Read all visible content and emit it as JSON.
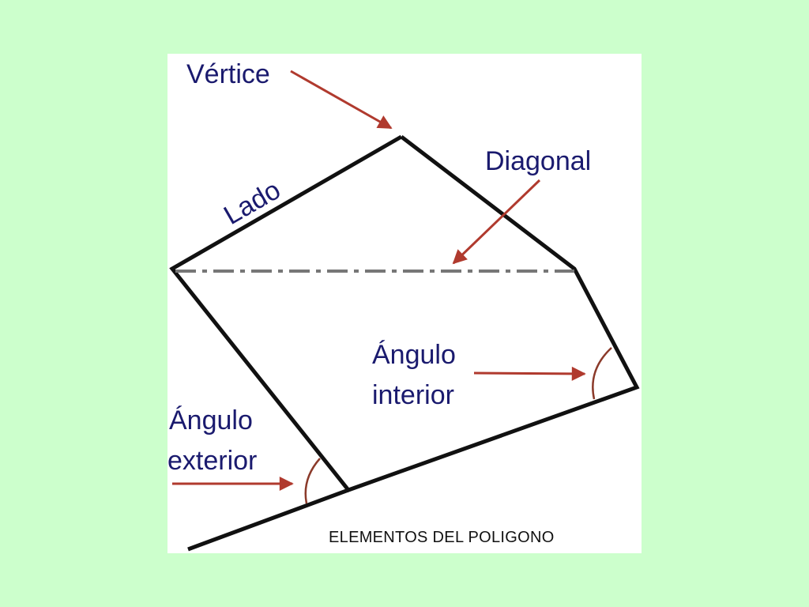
{
  "labels": {
    "vertex": "Vértice",
    "side": "Lado",
    "diagonal": "Diagonal",
    "interior_angle_line1": "Ángulo",
    "interior_angle_line2": "interior",
    "exterior_angle_line1": "Ángulo",
    "exterior_angle_line2": "exterior"
  },
  "caption": "ELEMENTOS DEL POLIGONO",
  "colors": {
    "background": "#ccffcc",
    "panel": "#ffffff",
    "polygon_stroke": "#111111",
    "diagonal_stroke": "#777777",
    "arrow": "#b03a2e",
    "label_text": "#1a1a6e"
  }
}
